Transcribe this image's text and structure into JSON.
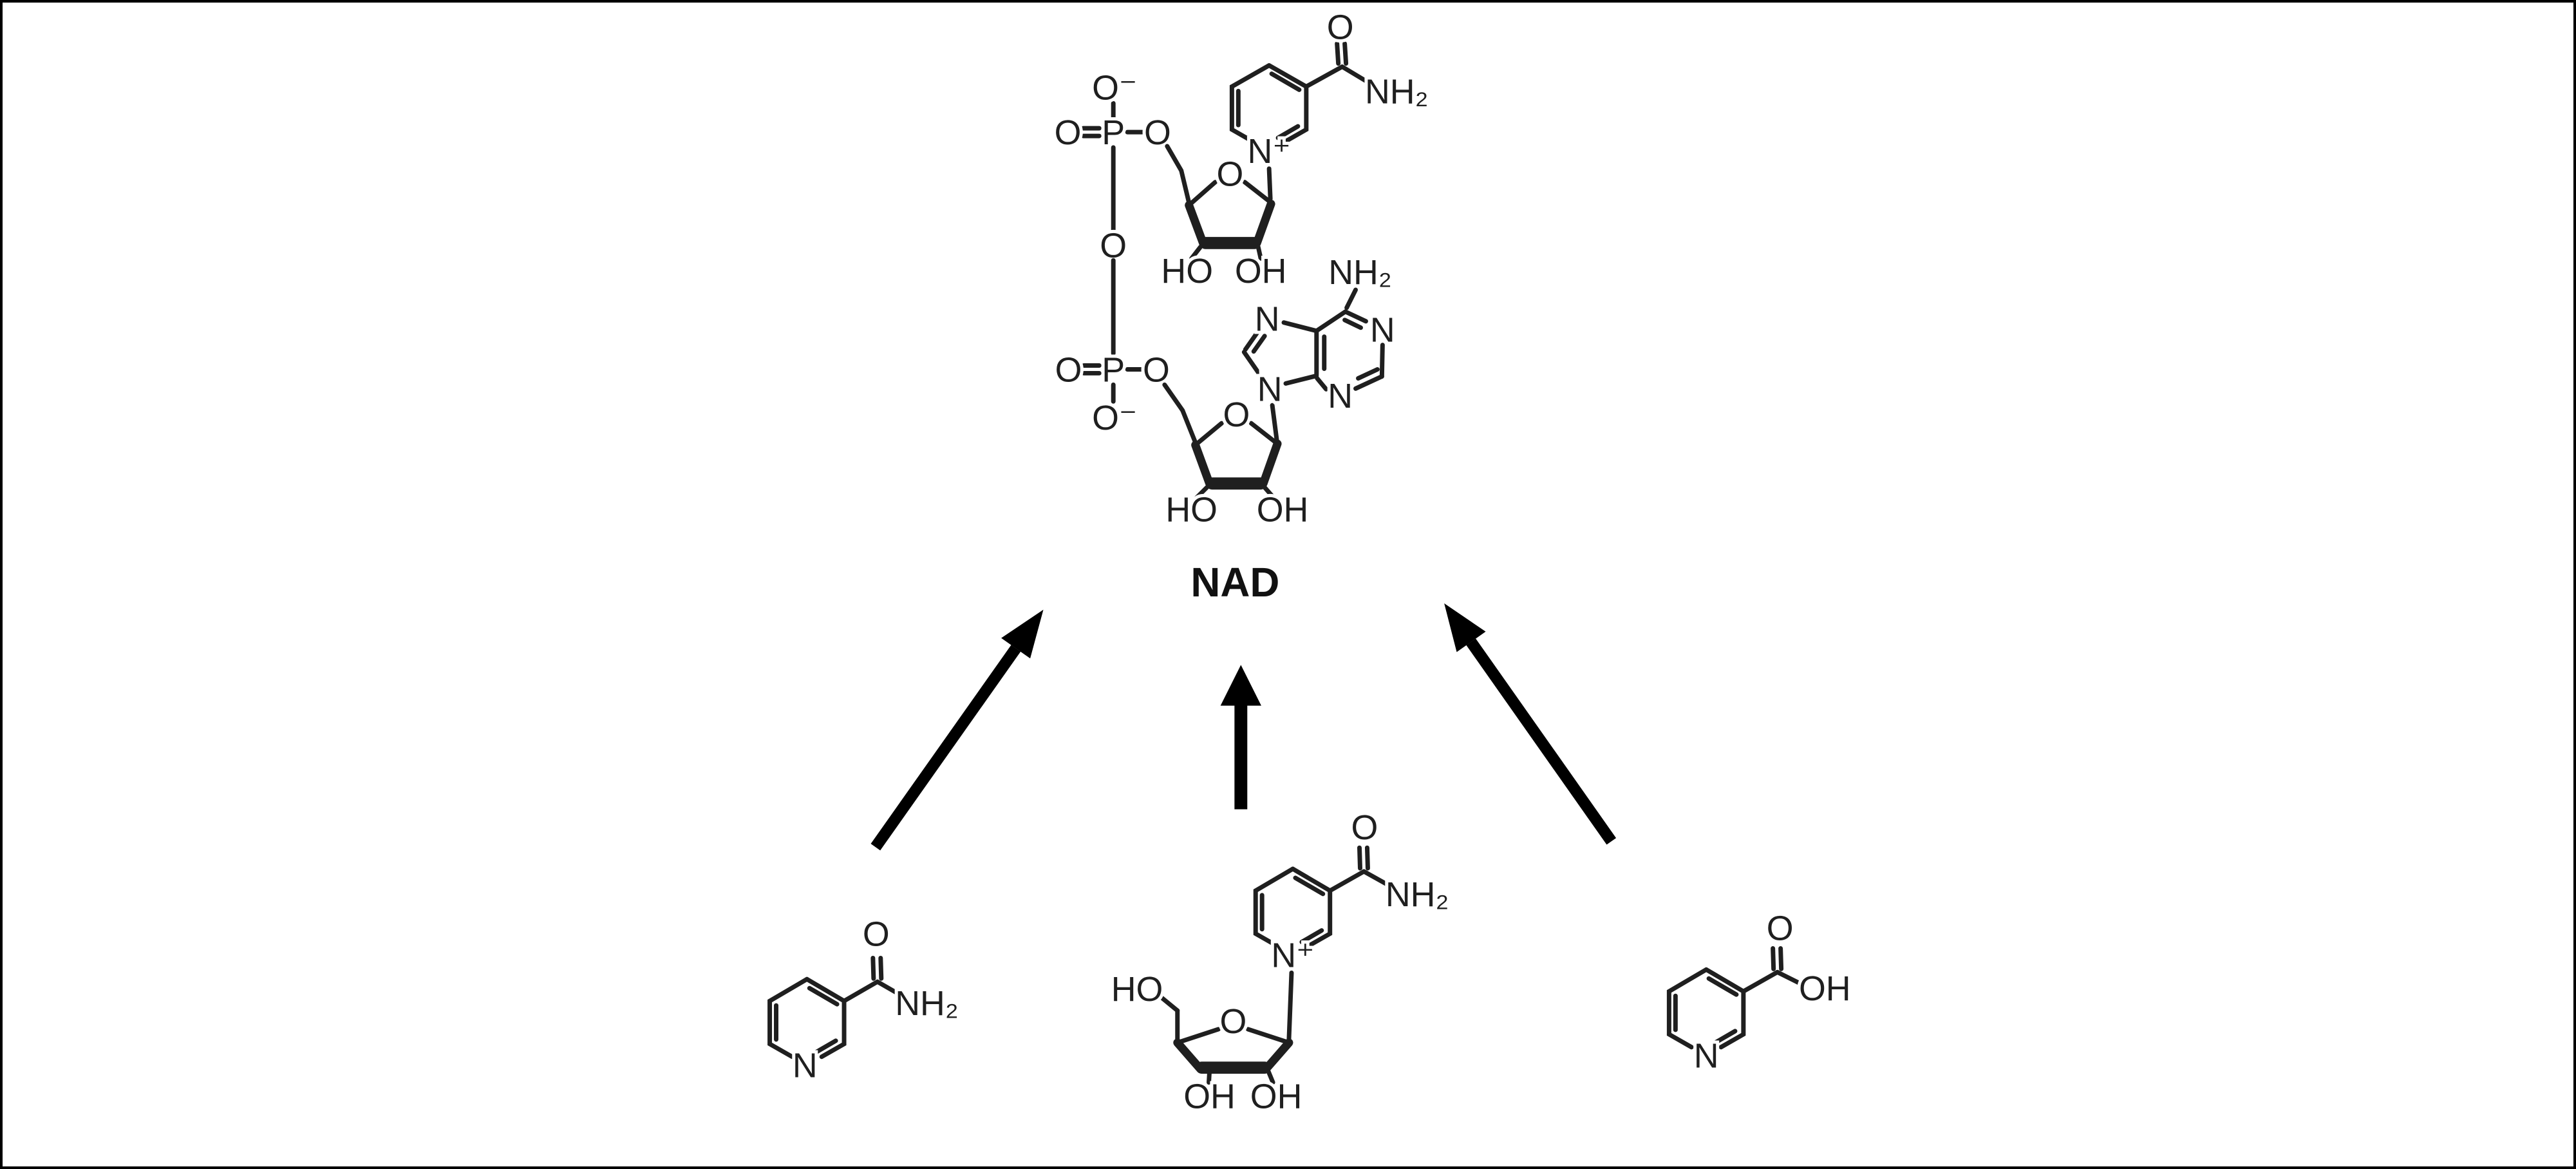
{
  "figure": {
    "caption": "NAD",
    "colors": {
      "ink": "#1f1f1f",
      "background": "#ffffff",
      "border": "#000000"
    },
    "nad": {
      "phosphate_top": {
        "oxide_o": "O⁻",
        "double_bond_o": "O",
        "phosphorus": "P",
        "ester_o": "O"
      },
      "bridge_o": "O",
      "phosphate_bottom": {
        "double_bond_o": "O",
        "phosphorus": "P",
        "oxide_o": "O⁻",
        "ester_o": "O"
      },
      "nicotinamide_ribose": {
        "ring_o": "O",
        "ho": "HO",
        "oh": "OH"
      },
      "nicotinamide_ring": {
        "n_plus": "N⁺",
        "carbonyl_o": "O",
        "amide_nh2": "NH₂"
      },
      "adenine_ribose": {
        "ring_o": "O",
        "ho": "HO",
        "oh": "OH"
      },
      "adenine": {
        "n7": "N",
        "n9": "N",
        "n1": "N",
        "n3": "N",
        "amine_nh2": "NH₂"
      }
    },
    "precursors": {
      "nicotinamide": {
        "ring_n": "N",
        "carbonyl_o": "O",
        "amide_nh2": "NH₂"
      },
      "nicotinamide_riboside": {
        "carbonyl_o": "O",
        "amide_nh2": "NH₂",
        "ring_n_plus": "N⁺",
        "ho": "HO",
        "ring_o": "O",
        "oh_left": "OH",
        "oh_right": "OH"
      },
      "nicotinic_acid": {
        "ring_n": "N",
        "carbonyl_o": "O",
        "hydroxyl_oh": "OH"
      }
    },
    "arrows": [
      {
        "from": "nicotinamide",
        "to": "NAD"
      },
      {
        "from": "nicotinamide riboside",
        "to": "NAD"
      },
      {
        "from": "nicotinic acid",
        "to": "NAD"
      }
    ]
  }
}
